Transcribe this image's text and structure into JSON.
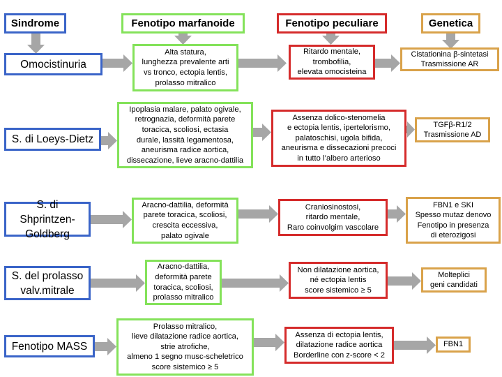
{
  "headers": {
    "sindrome": "Sindrome",
    "marfanoide": "Fenotipo marfanoide",
    "peculiare": "Fenotipo peculiare",
    "genetica": "Genetica"
  },
  "rows": [
    {
      "syndrome": "Omocistinuria",
      "marfanoid": "Alta statura,\nlunghezza prevalente arti\nvs tronco, ectopia lentis,\nprolasso mitralico",
      "peculiar": "Ritardo mentale,\ntrombofilia,\nelevata omocisteina",
      "genetics": "Cistationina β-sintetasi\nTrasmissione AR"
    },
    {
      "syndrome": "S. di Loeys-Dietz",
      "marfanoid": "Ipoplasia malare, palato ogivale,\nretrognazia, deformità parete\ntoracica, scoliosi, ectasia\ndurale, lassità legamentosa,\naneurisma radice aortica,\ndissecazione, lieve aracno-dattilia",
      "peculiar": "Assenza dolico-stenomelia\ne ectopia lentis, ipertelorismo,\npalatoschisi, ugola bifida,\naneurisma e dissecazioni precoci\nin tutto l’albero arterioso",
      "genetics": "TGFβ-R1/2\nTrasmissione AD"
    },
    {
      "syndrome": "S. di Shprintzen-\nGoldberg",
      "marfanoid": "Aracno-dattilia, deformità\nparete toracica, scoliosi,\ncrescita eccessiva,\npalato ogivale",
      "peculiar": "Craniosinostosi,\nritardo mentale,\nRaro coinvolgim vascolare",
      "genetics": "FBN1 e SKI\nSpesso mutaz denovo\nFenotipo in presenza\ndi eterozigosi"
    },
    {
      "syndrome": "S. del prolasso\nvalv.mitrale",
      "marfanoid": "Aracno-dattilia,\ndeformità parete\ntoracica, scoliosi,\nprolasso mitralico",
      "peculiar": "Non dilatazione aortica,\nné ectopia lentis\nscore sistemico ≥ 5",
      "genetics": "Molteplici\ngeni candidati"
    },
    {
      "syndrome": "Fenotipo MASS",
      "marfanoid": "Prolasso mitralico,\nlieve dilatazione radice aortica,\nstrie atrofiche,\nalmeno 1 segno musc-scheletrico\nscore sistemico ≥ 5",
      "peculiar": "Assenza di ectopia lentis,\ndilatazione radice aortica\nBorderline con z-score < 2",
      "genetics": "FBN1"
    }
  ],
  "colors": {
    "syndrome": "#3a64c8",
    "marfanoid": "#84e25a",
    "peculiar": "#d52b2b",
    "genetics": "#d9a24a",
    "arrow": "#a6a6a6"
  }
}
